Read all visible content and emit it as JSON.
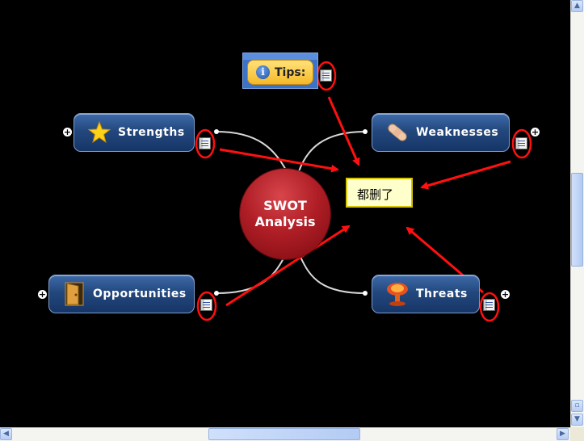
{
  "map": {
    "center_topic": {
      "line1": "SWOT",
      "line2": "Analysis"
    },
    "topics": {
      "strengths": "Strengths",
      "weaknesses": "Weaknesses",
      "opportunities": "Opportunities",
      "threats": "Threats"
    },
    "tips_label": "Tips:",
    "callout_text": "都删了"
  },
  "colors": {
    "background": "#000000",
    "topic_fill": "#23487e",
    "center_fill": "#b01e26",
    "annotation_red": "#ff1010",
    "callout_fill": "#ffffcc"
  },
  "icons": [
    "star-icon",
    "bandage-icon",
    "door-icon",
    "explosion-icon",
    "info-icon",
    "note-icon",
    "expand-plus-icon"
  ]
}
